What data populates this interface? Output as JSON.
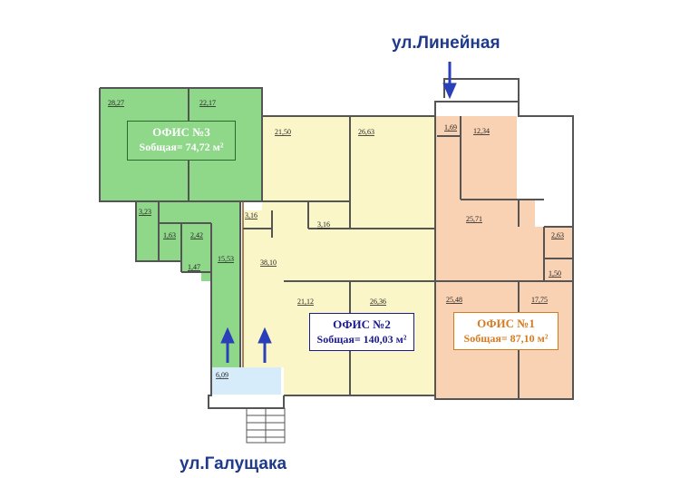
{
  "streets": {
    "top": "ул.Линейная",
    "bottom": "ул.Галущака"
  },
  "offices": [
    {
      "id": "office3",
      "title": "ОФИС №3",
      "area": "Sобщая= 74,72 м²",
      "color": "#2e9e3e",
      "fill": "#8fd88a"
    },
    {
      "id": "office2",
      "title": "ОФИС №2",
      "area": "Sобщая= 140,03 м²",
      "color": "#1a1a8c",
      "fill": "#fbf6c8"
    },
    {
      "id": "office1",
      "title": "ОФИС №1",
      "area": "Sобщая= 87,10 м²",
      "color": "#d77a1f",
      "fill": "#f9d2b3"
    }
  ],
  "room_areas": [
    "28,27",
    "22,17",
    "3,23",
    "1,63",
    "2,42",
    "1,47",
    "15,53",
    "21,50",
    "26,63",
    "3,16",
    "3,16",
    "38,10",
    "21,12",
    "26,36",
    "6,09",
    "1,69",
    "12,34",
    "25,71",
    "2,63",
    "1,50",
    "25,48",
    "17,75"
  ],
  "entrance_fill": "#d6ecfb",
  "arrow_color": "#2a3fb8"
}
